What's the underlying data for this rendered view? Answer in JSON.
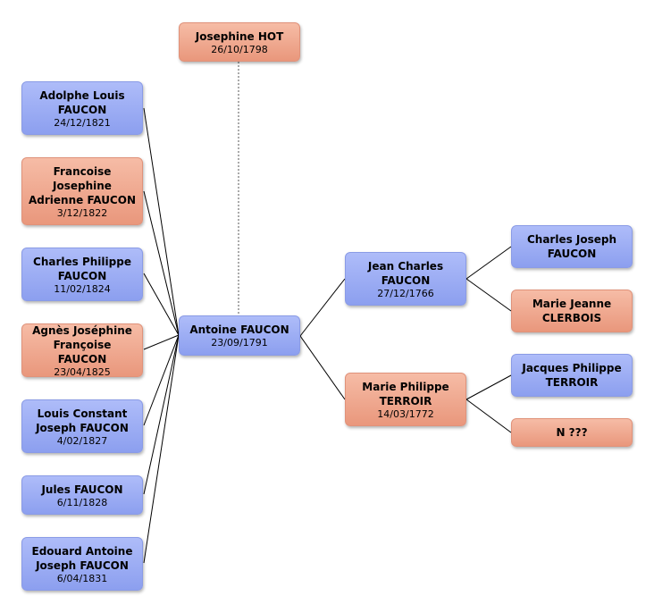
{
  "colors": {
    "male": "#9aabf4",
    "female": "#f0a88e",
    "connector": "#000000"
  },
  "people": {
    "spouse": {
      "name": "Josephine HOT",
      "date": "26/10/1798"
    },
    "child1": {
      "name": "Adolphe Louis FAUCON",
      "date": "24/12/1821"
    },
    "child2": {
      "name": "Francoise Josephine Adrienne FAUCON",
      "date": "3/12/1822"
    },
    "child3": {
      "name": "Charles Philippe FAUCON",
      "date": "11/02/1824"
    },
    "child4": {
      "name": "Agnès Joséphine Françoise FAUCON",
      "date": "23/04/1825"
    },
    "child5": {
      "name": "Louis Constant Joseph FAUCON",
      "date": "4/02/1827"
    },
    "child6": {
      "name": "Jules FAUCON",
      "date": "6/11/1828"
    },
    "child7": {
      "name": "Edouard Antoine Joseph FAUCON",
      "date": "6/04/1831"
    },
    "root": {
      "name": "Antoine FAUCON",
      "date": "23/09/1791"
    },
    "father": {
      "name": "Jean Charles FAUCON",
      "date": "27/12/1766"
    },
    "mother": {
      "name": "Marie Philippe TERROIR",
      "date": "14/03/1772"
    },
    "paternal_grandfather": {
      "name": "Charles Joseph FAUCON"
    },
    "paternal_grandmother": {
      "name": "Marie Jeanne CLERBOIS"
    },
    "maternal_grandfather": {
      "name": "Jacques Philippe TERROIR"
    },
    "maternal_grandmother": {
      "name": "N ???"
    }
  }
}
